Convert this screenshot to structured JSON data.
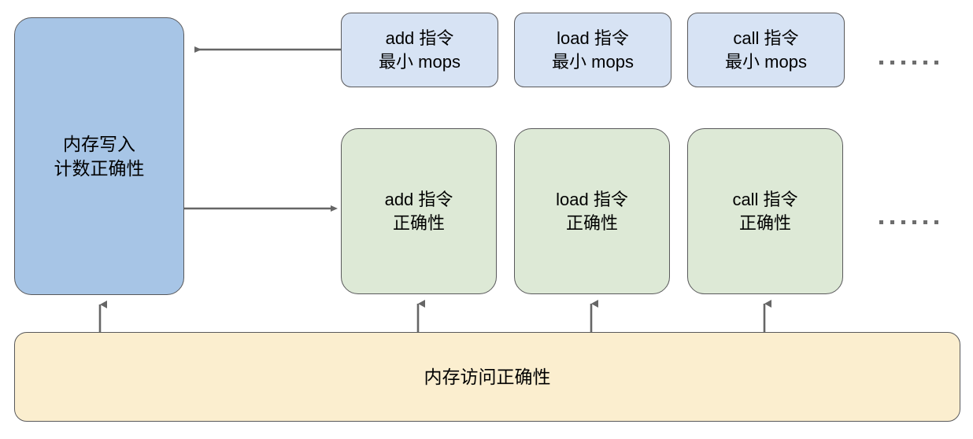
{
  "diagram": {
    "title_node": {
      "id": "memory-write-count-correctness",
      "label": "内存写入\n计数正确性",
      "color": "#a7c5e6"
    },
    "top_row": {
      "color": "#d7e3f4",
      "nodes": [
        {
          "id": "add-min-mops",
          "label": "add 指令\n最小 mops"
        },
        {
          "id": "load-min-mops",
          "label": "load 指令\n最小 mops"
        },
        {
          "id": "call-min-mops",
          "label": "call 指令\n最小 mops"
        }
      ],
      "overflow": "……"
    },
    "middle_row": {
      "color": "#dde9d6",
      "nodes": [
        {
          "id": "add-correctness",
          "label": "add 指令\n正确性"
        },
        {
          "id": "load-correctness",
          "label": "load 指令\n正确性"
        },
        {
          "id": "call-correctness",
          "label": "call 指令\n正确性"
        }
      ],
      "overflow": "……"
    },
    "bottom_bar": {
      "id": "memory-access-correctness",
      "label": "内存访问正确性",
      "color": "#fbeecf"
    },
    "edge_color": "#666666",
    "border_color": "#59595b"
  }
}
